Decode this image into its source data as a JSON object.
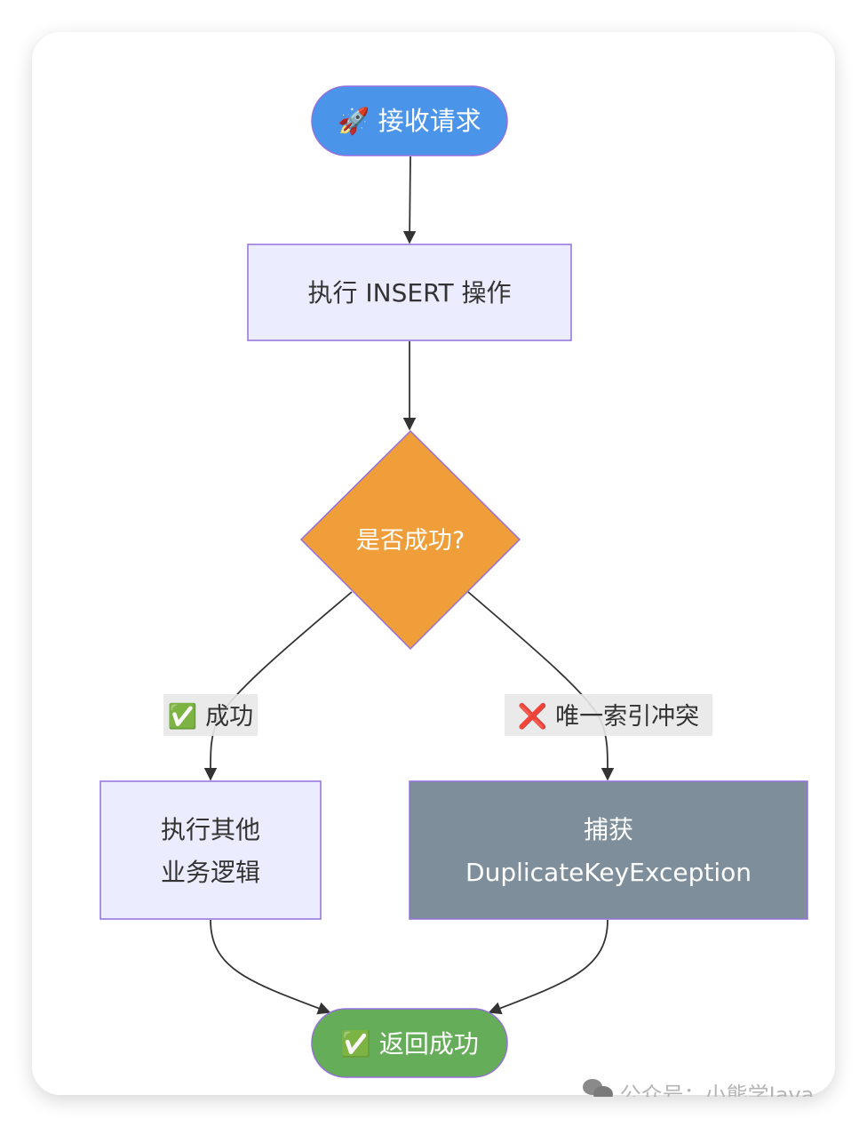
{
  "nodes": {
    "start": {
      "icon": "rocket-icon",
      "label": "🚀 接收请求",
      "fill": "#4a94ea"
    },
    "insert": {
      "label": "执行 INSERT 操作",
      "fill": "#ECECFF"
    },
    "decision": {
      "label": "是否成功?",
      "fill": "#f09e3a"
    },
    "other_logic": {
      "line1": "执行其他",
      "line2": "业务逻辑",
      "fill": "#ECECFF"
    },
    "catch": {
      "line1": "捕获",
      "line2": "DuplicateKeyException",
      "fill": "#7e8f9b"
    },
    "end": {
      "icon": "check-icon",
      "label": "✅ 返回成功",
      "fill": "#66ad5a"
    }
  },
  "edges": {
    "success_label": "✅ 成功",
    "conflict_label": "❌ 唯一索引冲突"
  },
  "colors": {
    "stroke": "#9370DB",
    "edge": "#333333"
  },
  "watermark": {
    "icon": "wechat-icon",
    "text": "公众号：小熊学Java"
  }
}
